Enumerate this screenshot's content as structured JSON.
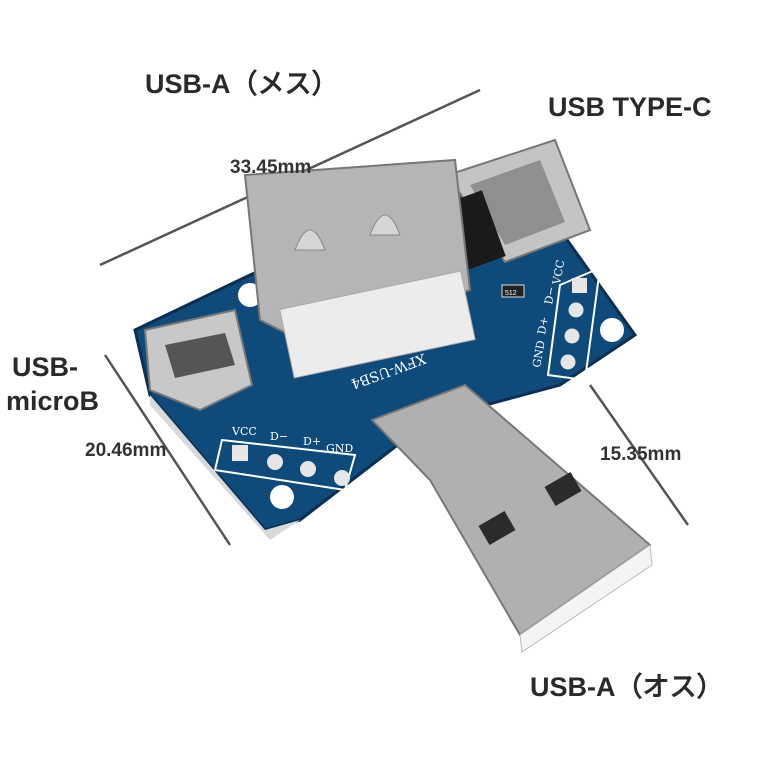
{
  "labels": {
    "usb_a_female": "USB-A（メス）",
    "usb_type_c": "USB TYPE-C",
    "usb_microb_line1": "USB-",
    "usb_microb_line2": "microB",
    "usb_a_male": "USB-A（オス）"
  },
  "dimensions": {
    "width": "33.45mm",
    "height": "20.46mm",
    "male_length": "15.35mm"
  },
  "board": {
    "silk_model": "XFW-USB4",
    "pins_left": [
      "VCC",
      "D−",
      "D+",
      "GND"
    ],
    "pins_right": [
      "GND",
      "D+",
      "D−",
      "VCC"
    ],
    "resistor": "512"
  },
  "colors": {
    "pcb": "#0f3f6e",
    "silk": "#ffffff",
    "metal": "#b9b9b9"
  }
}
